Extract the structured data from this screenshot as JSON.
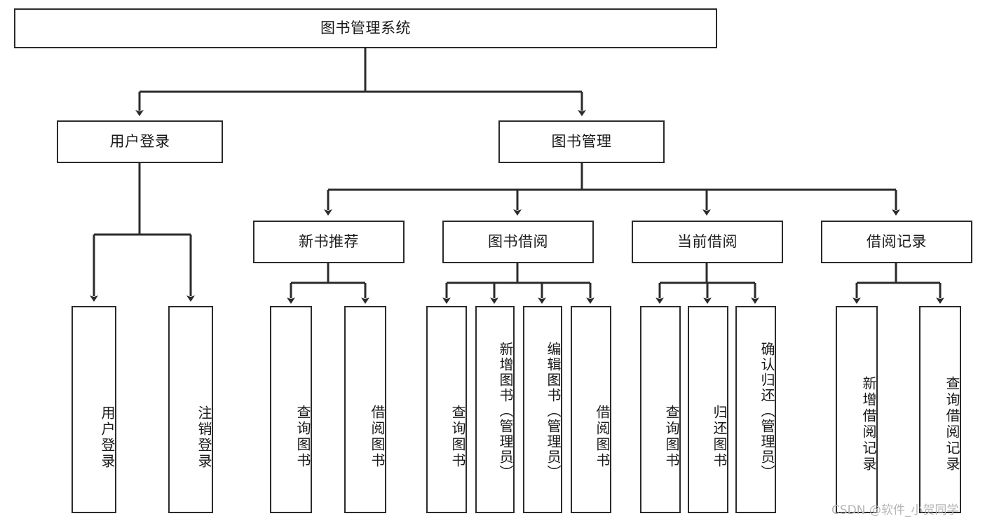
{
  "diagram": {
    "type": "tree",
    "title": "图书管理系统",
    "orientation": "top-down",
    "colors": {
      "background": "#ffffff",
      "box_border": "#2b2b2b",
      "box_fill": "#ffffff",
      "text": "#1a1a1a",
      "edge": "#2b2b2b",
      "watermark": "#b6b6b6"
    },
    "levels": {
      "level0": [
        {
          "id": "root",
          "label": "图书管理系统",
          "orientation": "horizontal"
        }
      ],
      "level1": [
        {
          "id": "login",
          "label": "用户登录",
          "orientation": "horizontal"
        },
        {
          "id": "bookmgmt",
          "label": "图书管理",
          "orientation": "horizontal"
        }
      ],
      "level2": [
        {
          "id": "newbook",
          "label": "新书推荐",
          "orientation": "horizontal"
        },
        {
          "id": "borrow",
          "label": "图书借阅",
          "orientation": "horizontal"
        },
        {
          "id": "current",
          "label": "当前借阅",
          "orientation": "horizontal"
        },
        {
          "id": "record",
          "label": "借阅记录",
          "orientation": "horizontal"
        }
      ],
      "level3": [
        {
          "id": "leaf1",
          "label": "用户登录",
          "orientation": "vertical",
          "parent": "login"
        },
        {
          "id": "leaf2",
          "label": "注销登录",
          "orientation": "vertical",
          "parent": "login"
        },
        {
          "id": "leaf3",
          "label": "查询图书",
          "orientation": "vertical",
          "parent": "newbook"
        },
        {
          "id": "leaf4",
          "label": "借阅图书",
          "orientation": "vertical",
          "parent": "newbook"
        },
        {
          "id": "leaf5",
          "label": "查询图书",
          "orientation": "vertical",
          "parent": "borrow"
        },
        {
          "id": "leaf6",
          "label": "新增图书（管理员）",
          "orientation": "vertical",
          "parent": "borrow"
        },
        {
          "id": "leaf7",
          "label": "编辑图书（管理员）",
          "orientation": "vertical",
          "parent": "borrow"
        },
        {
          "id": "leaf8",
          "label": "借阅图书",
          "orientation": "vertical",
          "parent": "borrow"
        },
        {
          "id": "leaf9",
          "label": "查询图书",
          "orientation": "vertical",
          "parent": "current"
        },
        {
          "id": "leaf10",
          "label": "归还图书",
          "orientation": "vertical",
          "parent": "current"
        },
        {
          "id": "leaf11",
          "label": "确认归还（管理员）",
          "orientation": "vertical",
          "parent": "current"
        },
        {
          "id": "leaf12",
          "label": "新增借阅记录",
          "orientation": "vertical",
          "parent": "record"
        },
        {
          "id": "leaf13",
          "label": "查询借阅记录",
          "orientation": "vertical",
          "parent": "record"
        }
      ]
    }
  },
  "watermark": {
    "text": "CSDN @软件_小贺同学"
  }
}
